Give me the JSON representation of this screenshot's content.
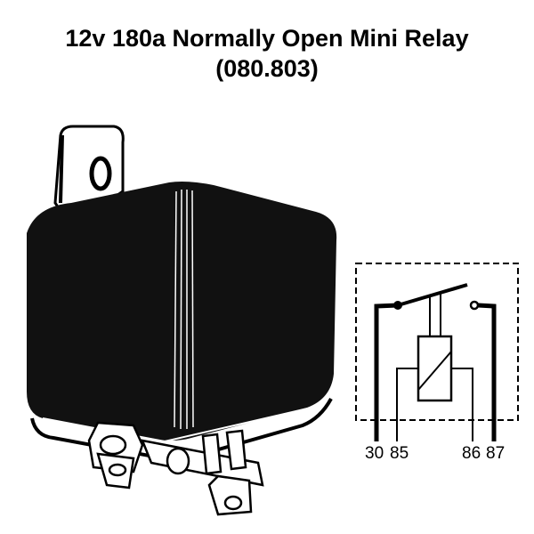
{
  "title": "12v 180a Normally Open Mini Relay",
  "part_number": "(080.803)",
  "schematic": {
    "pins": [
      "30",
      "85",
      "86",
      "87"
    ]
  }
}
